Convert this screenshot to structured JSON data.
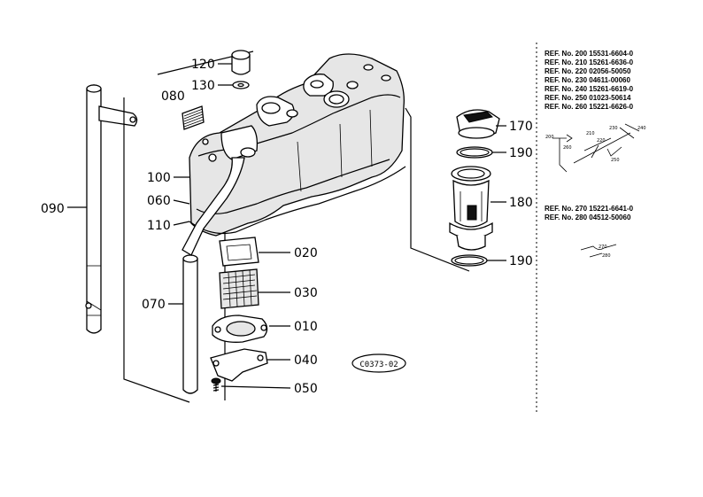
{
  "parts": {
    "p120": "120",
    "p130": "130",
    "p080": "080",
    "p100": "100",
    "p060": "060",
    "p110": "110",
    "p090": "090",
    "p070": "070",
    "p020": "020",
    "p030": "030",
    "p010": "010",
    "p040": "040",
    "p050": "050",
    "p170": "170",
    "p190a": "190",
    "p180": "180",
    "p190b": "190"
  },
  "diagram_code": "C0373-02",
  "references": [
    "REF. No. 200 15531-6604-0",
    "REF. No. 210 15261-6636-0",
    "REF. No. 220 02056-50050",
    "REF. No. 230 04611-00060",
    "REF. No. 240 15261-6619-0",
    "REF. No. 250 01023-50614",
    "REF. No. 260 15221-6626-0",
    "REF. No. 270 15221-6641-0",
    "REF. No. 280 04512-50060"
  ]
}
